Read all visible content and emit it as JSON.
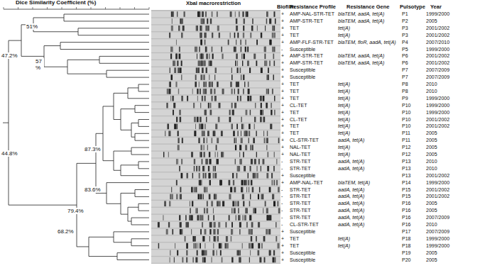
{
  "diagram": {
    "labels": [
      "Dice Similarity Coefficient (%)",
      "XbaI macrorestriction",
      "Biofilm",
      "Resistance Profile",
      "Resistance Gene",
      "Pulsotype",
      "Year",
      "51%",
      "47.2%",
      "57 %",
      "44.8%",
      "87.3%",
      "83.6%",
      "79.4%",
      "68.2%",
      "+",
      "AMP-NAL-STR-TET",
      "blaTEM, aadA, tet(A)",
      "P1",
      "1999/2000",
      "+",
      "AMP-STR-TET",
      "blaTEM, aadA, tet(A)",
      "P2",
      "2005",
      "+",
      "TET",
      "tet(A)",
      "P3",
      "2001/2002",
      "+",
      "TET",
      "tet(A)",
      "P3",
      "2001/2002",
      "+",
      "AMP-FLF-STR-TET",
      "blaTEM, floR, aadA, tet(A)",
      "P4",
      "2007/2010",
      "-",
      "Susceptible",
      "P5",
      "1999/2000",
      "+",
      "AMP-STR-TET",
      "blaTEM, aadA, tet(A)",
      "P6",
      "2001/2002",
      "+",
      "AMP-STR-TET",
      "blaTEM, aadA, tet(A)",
      "P6",
      "2001/2002",
      "+",
      "Susceptible",
      "P7",
      "2007/2009",
      "+",
      "Susceptible",
      "P7",
      "2007/2009",
      "+",
      "TET",
      "tet(A)",
      "P8",
      "2010",
      "+",
      "TET",
      "tet(A)",
      "P8",
      "2010",
      "+",
      "TET",
      "tet(A)",
      "P9",
      "1999/2000",
      "+",
      "CL-TET",
      "tet(A)",
      "P10",
      "1999/2000",
      "+",
      "TET",
      "tet(A)",
      "P10",
      "1999/2000",
      "+",
      "CL-TET",
      "tet(A)",
      "P10",
      "2001/2002",
      "+",
      "TET",
      "tet(A)",
      "P10",
      "2001/2002",
      "+",
      "TET",
      "tet(A)",
      "P11",
      "2005",
      "+",
      "CL-STR-TET",
      "aadA, tet(A)",
      "P11",
      "2005",
      "+",
      "NAL-TET",
      "tet(A)",
      "P12",
      "2005",
      "+",
      "NAL-TET",
      "tet(A)",
      "P12",
      "2005",
      "-",
      "STR-TET",
      "aadA, tet(A)",
      "P13",
      "2010",
      "-",
      "STR-TET",
      "aadA, tet(A)",
      "P13",
      "2010",
      "+",
      "Susceptible",
      "P13",
      "2001/2002",
      "+",
      "AMP-NAL-TET",
      "blaTEM, tet(A)",
      "P14",
      "1999/2000",
      "-",
      "STR-TET",
      "aadA, tet(A)",
      "P15",
      "2001/2002",
      "-",
      "STR-TET",
      "aadA, tet(A)",
      "P15",
      "2001/2002",
      "-",
      "STR-TET",
      "aadA, tet(A)",
      "P16",
      "2005",
      "-",
      "STR-TET",
      "aadA, tet(A)",
      "P16",
      "2005",
      "-",
      "STR-TET",
      "aadA, tet(A)",
      "P16",
      "2007/2009",
      "-",
      "CL-STR-TET",
      "aadA, tet(A)",
      "P16",
      "2010",
      "+",
      "Susceptible",
      "P17",
      "2007/2009",
      "+",
      "TET",
      "tet(A)",
      "P18",
      "1999/2000",
      "+",
      "TET",
      "tet(A)",
      "P18",
      "1999/2000",
      "+",
      "Susceptible",
      "P19",
      "2005",
      "+",
      "Susceptible",
      "P20",
      "2005"
    ]
  }
}
